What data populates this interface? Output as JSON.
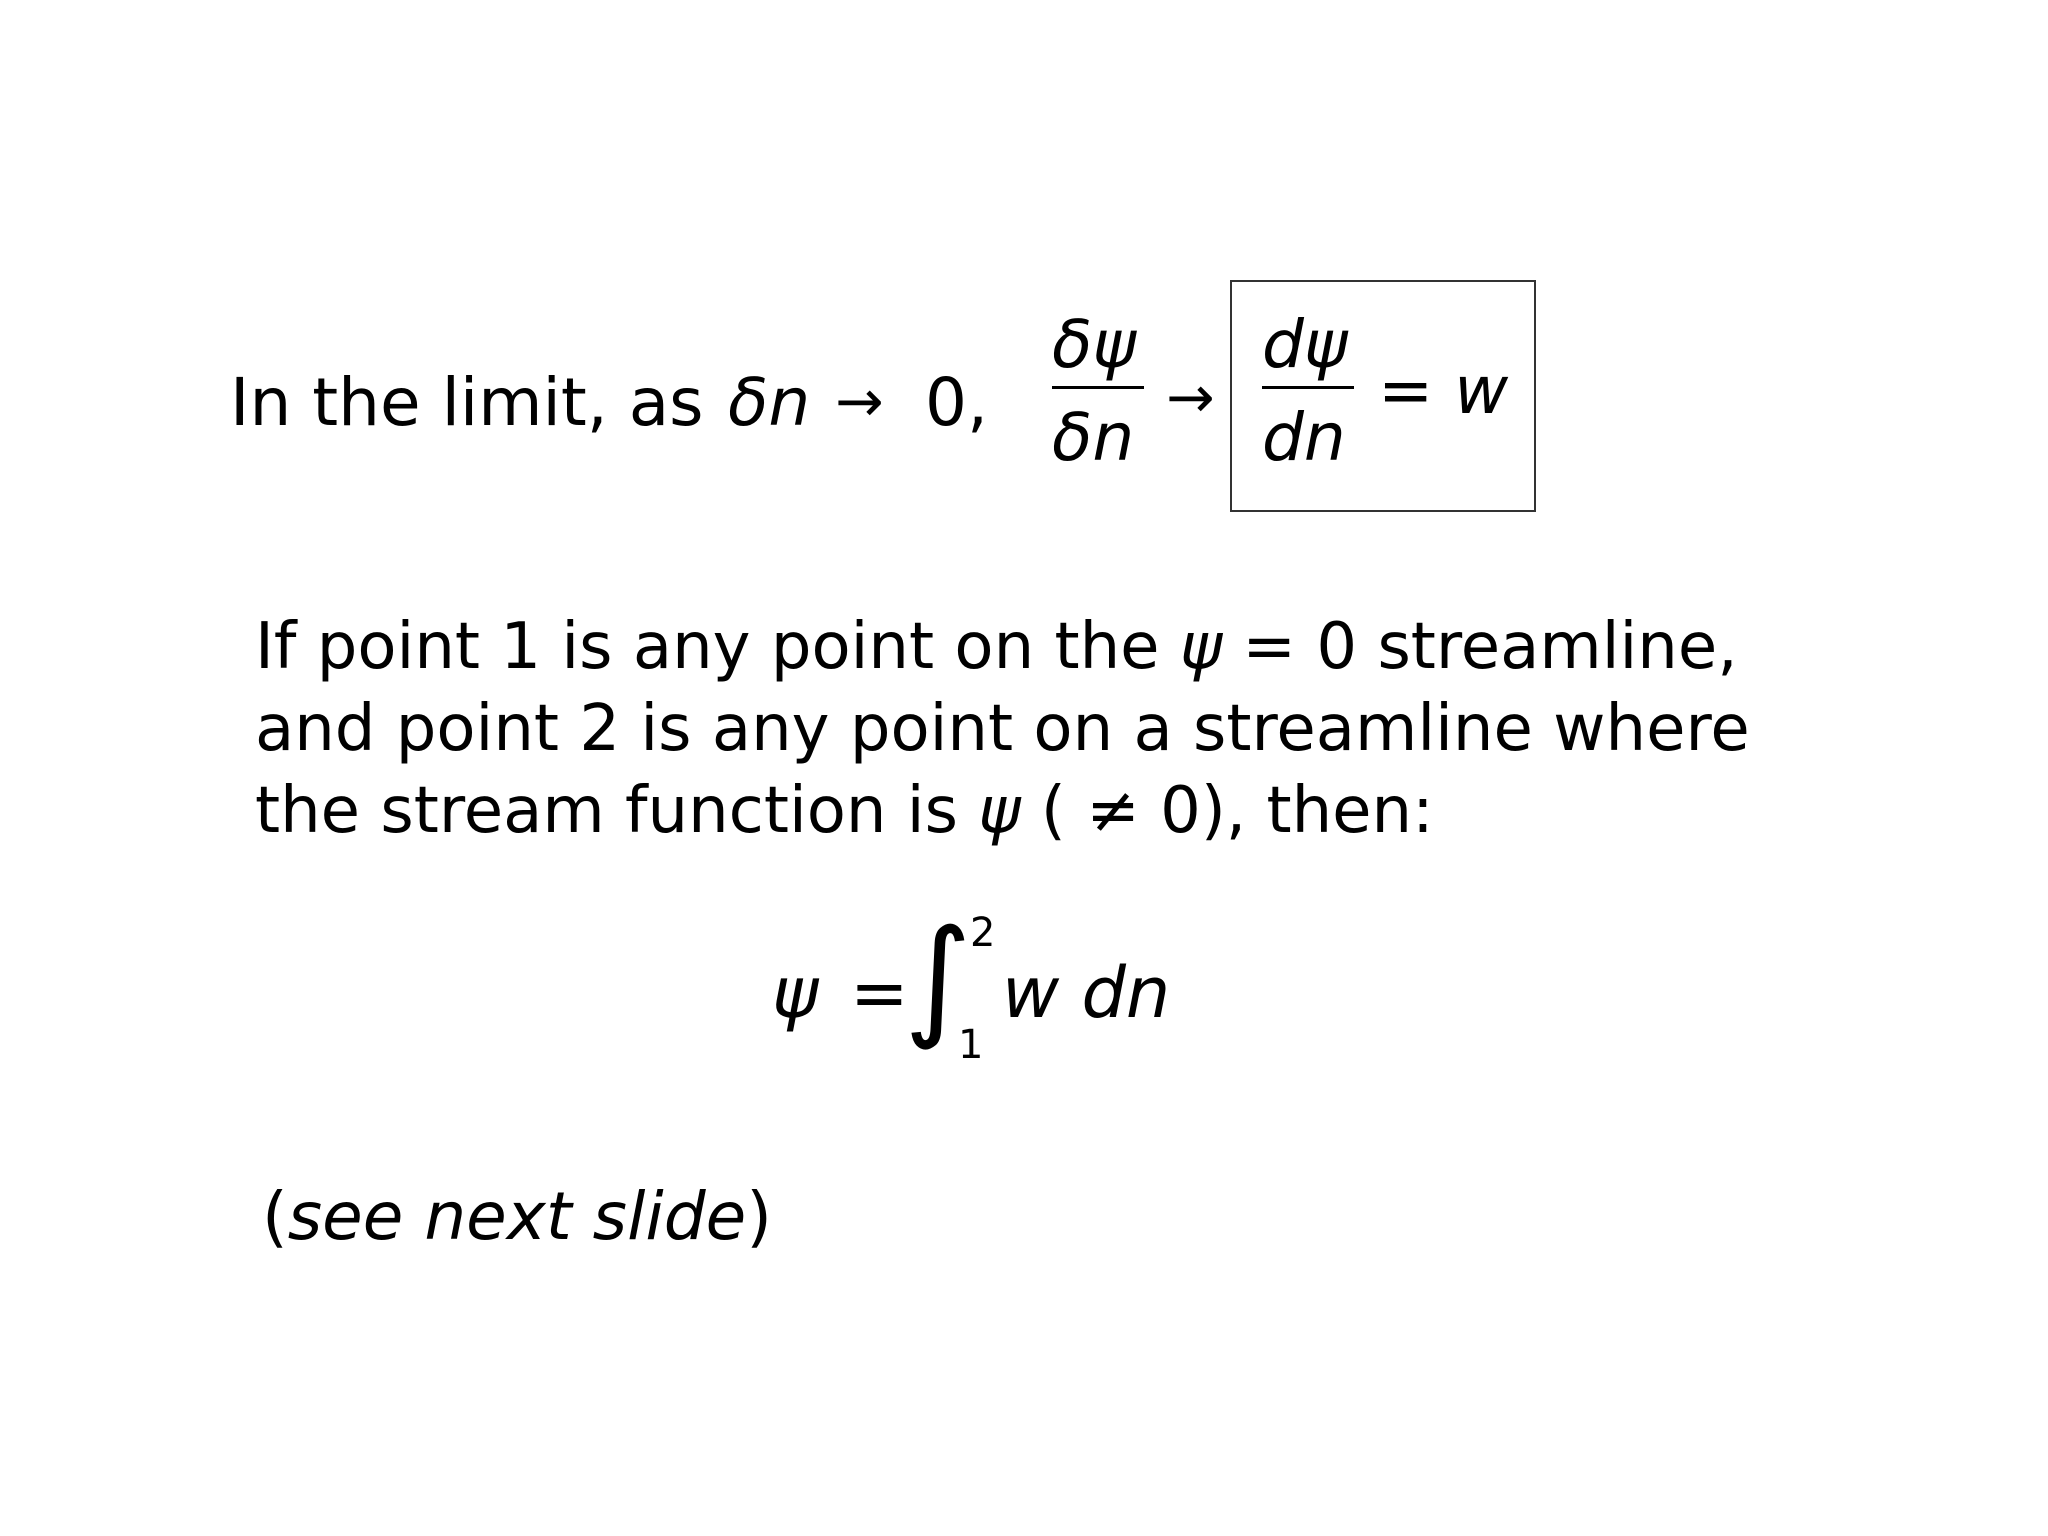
{
  "line1": {
    "lead": "In the limit, as",
    "delta_n": "δn",
    "arrow": "→",
    "zero": "0,",
    "frac1_num": "δψ",
    "frac1_den": "δn",
    "arrow2": "→",
    "frac2_num": "dψ",
    "frac2_den": "dn",
    "equals_w": "= w"
  },
  "paragraph": {
    "line1_a": "If point 1 is any point on the",
    "line1_psi": "ψ",
    "line1_b": "= 0 streamline,",
    "line2": "and point 2 is any point on a streamline where",
    "line3_a": "the stream function is",
    "line3_psi": "ψ",
    "line3_b": "( ≠ 0), then:"
  },
  "integral": {
    "psi": "ψ",
    "equals": "=",
    "sign": "∫",
    "upper": "2",
    "lower": "1",
    "integrand": "w dn"
  },
  "note": {
    "open": "(",
    "text": "see next slide",
    "close": ")"
  }
}
